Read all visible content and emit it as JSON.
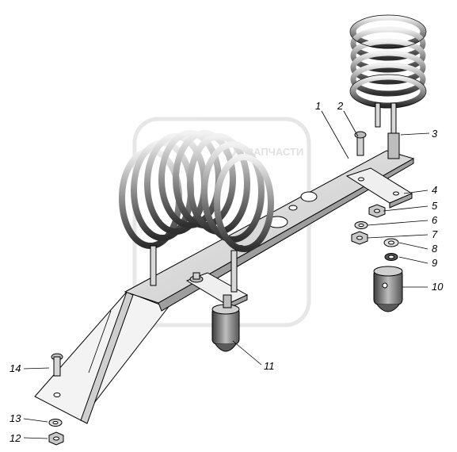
{
  "watermark": {
    "text": "ЗАПЧАСТИ"
  },
  "callouts": [
    {
      "id": "1",
      "text": "1"
    },
    {
      "id": "2",
      "text": "2"
    },
    {
      "id": "3",
      "text": "3"
    },
    {
      "id": "4",
      "text": "4"
    },
    {
      "id": "5",
      "text": "5"
    },
    {
      "id": "6",
      "text": "6"
    },
    {
      "id": "7",
      "text": "7"
    },
    {
      "id": "8",
      "text": "8"
    },
    {
      "id": "9",
      "text": "9"
    },
    {
      "id": "10",
      "text": "10"
    },
    {
      "id": "11",
      "text": "11"
    },
    {
      "id": "12",
      "text": "12"
    },
    {
      "id": "13",
      "text": "13"
    },
    {
      "id": "14",
      "text": "14"
    }
  ],
  "colors": {
    "line": "#000000",
    "metal_light": "#e6e6e6",
    "metal_mid": "#b5b5b5",
    "metal_dark": "#4a4a4a",
    "watermark": "#d0d0d0"
  }
}
